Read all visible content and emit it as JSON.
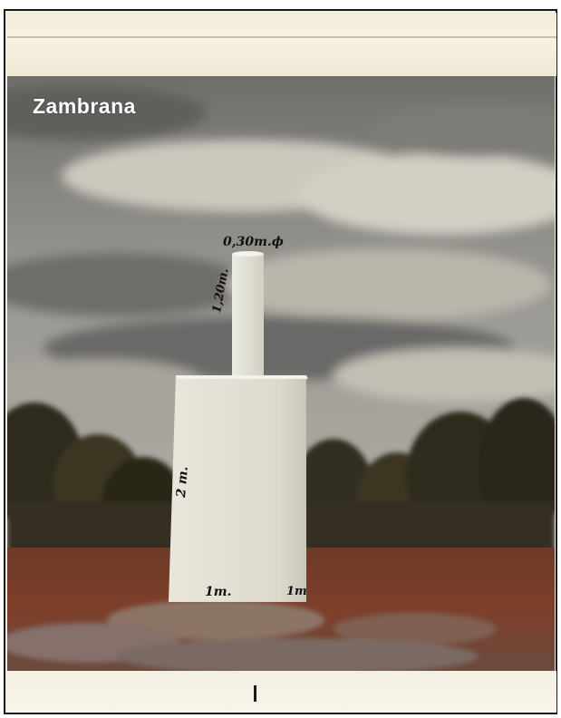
{
  "photo": {
    "caption": "Zambrana",
    "labels": {
      "top_diameter": "0,30m.ϕ",
      "column_height": "1,20m.",
      "base_height": "2 m.",
      "base_width": "1m.",
      "base_depth": "1m"
    }
  },
  "colors": {
    "sky": "#8d8b86",
    "cloud": "#cfcbc0",
    "trees": "#3b3524",
    "ground": "#7a3a26",
    "monument": "#e6e4d6",
    "border": "#f3efdf"
  }
}
